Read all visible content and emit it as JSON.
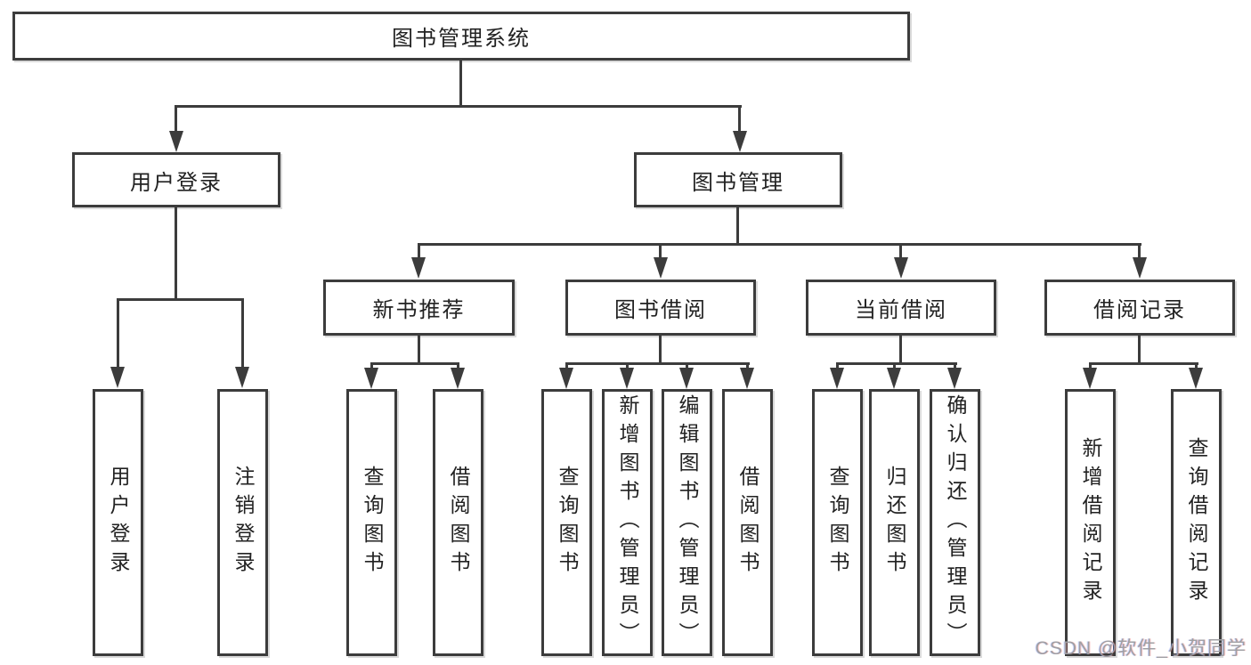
{
  "diagram": {
    "root": {
      "label": "图书管理系统"
    },
    "branches": [
      {
        "label": "用户登录",
        "children": [
          {
            "label": "用户登录"
          },
          {
            "label": "注销登录"
          }
        ]
      },
      {
        "label": "图书管理",
        "sections": [
          {
            "label": "新书推荐",
            "children": [
              {
                "label": "查询图书"
              },
              {
                "label": "借阅图书"
              }
            ]
          },
          {
            "label": "图书借阅",
            "children": [
              {
                "label": "查询图书"
              },
              {
                "label": "新增图书（管理员）"
              },
              {
                "label": "编辑图书（管理员）"
              },
              {
                "label": "借阅图书"
              }
            ]
          },
          {
            "label": "当前借阅",
            "children": [
              {
                "label": "查询图书"
              },
              {
                "label": "归还图书"
              },
              {
                "label": "确认归还（管理员）"
              }
            ]
          },
          {
            "label": "借阅记录",
            "children": [
              {
                "label": "新增借阅记录"
              },
              {
                "label": "查询借阅记录"
              }
            ]
          }
        ]
      }
    ]
  },
  "watermark": {
    "text": "CSDN @软件_小贺同学"
  },
  "colors": {
    "line": "#3c3c3c",
    "text": "#222222",
    "background": "#ffffff",
    "watermark": "#9f9fa3"
  }
}
